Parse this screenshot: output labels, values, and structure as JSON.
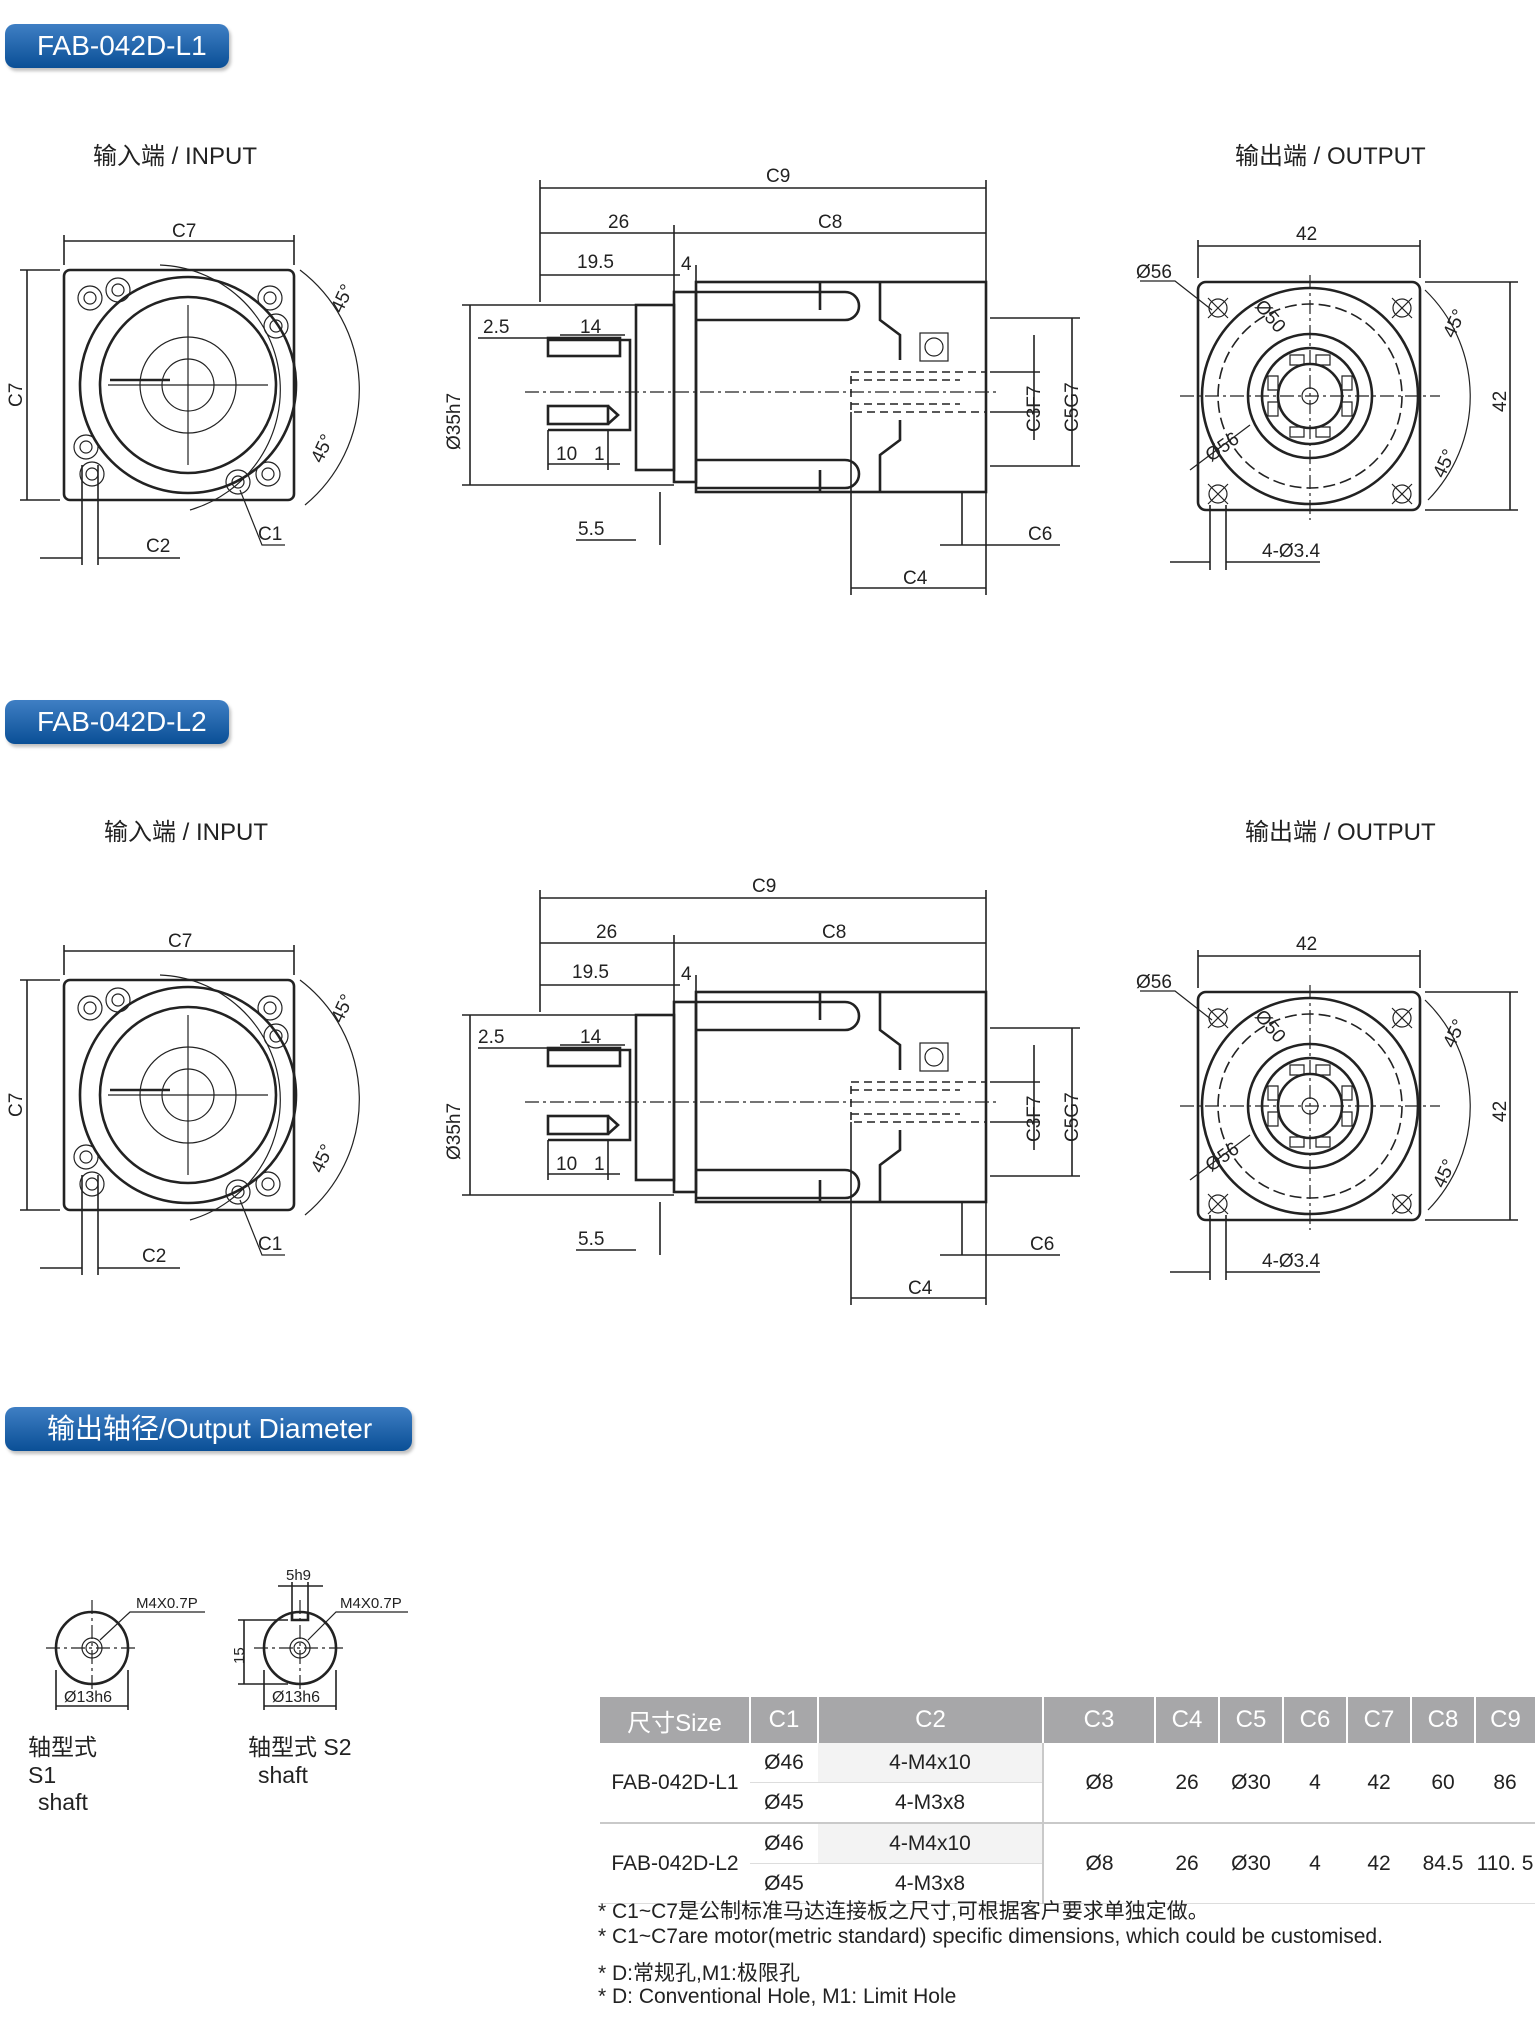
{
  "section1": {
    "title": "FAB-042D-L1",
    "input_label": "输入端 / INPUT",
    "output_label": "输出端 / OUTPUT"
  },
  "section2": {
    "title": "FAB-042D-L2",
    "input_label": "输入端 / INPUT",
    "output_label": "输出端 / OUTPUT"
  },
  "section3": {
    "title": "输出轴径/Output Diameter"
  },
  "dims_input": {
    "c7": "C7",
    "c2": "C2",
    "c1": "C1",
    "a45": "45°"
  },
  "dims_side": {
    "c9": "C9",
    "d26": "26",
    "c8": "C8",
    "d195": "19.5",
    "d4": "4",
    "d25": "2.5",
    "d14": "14",
    "d35h7": "Ø35h7",
    "d10": "10",
    "d1": "1",
    "d55": "5.5",
    "c6": "C6",
    "c4": "C4",
    "c3f7": "C3F7",
    "c5g7": "C5G7"
  },
  "dims_output": {
    "d42": "42",
    "d56": "Ø56",
    "d50": "Ø50",
    "a45": "45°",
    "holes": "4-Ø3.4"
  },
  "shafts": {
    "s1": {
      "thread": "M4X0.7P",
      "dia": "Ø13h6",
      "label_cn": "轴型式 S1",
      "label_en": "shaft"
    },
    "s2": {
      "thread": "M4X0.7P",
      "dia": "Ø13h6",
      "key": "5h9",
      "height": "15",
      "label_cn": "轴型式 S2",
      "label_en": "shaft"
    }
  },
  "table": {
    "headers": [
      "尺寸Size",
      "C1",
      "C2",
      "C3",
      "C4",
      "C5",
      "C6",
      "C7",
      "C8",
      "C9"
    ],
    "rows": [
      {
        "size": "FAB-042D-L1",
        "c1": [
          "Ø46",
          "Ø45"
        ],
        "c2": [
          "4-M4x10",
          "4-M3x8"
        ],
        "c3": "Ø8",
        "c4": "26",
        "c5": "Ø30",
        "c6": "4",
        "c7": "42",
        "c8": "60",
        "c9": "86"
      },
      {
        "size": "FAB-042D-L2",
        "c1": [
          "Ø46",
          "Ø45"
        ],
        "c2": [
          "4-M4x10",
          "4-M3x8"
        ],
        "c3": "Ø8",
        "c4": "26",
        "c5": "Ø30",
        "c6": "4",
        "c7": "42",
        "c8": "84.5",
        "c9": "110. 5"
      }
    ]
  },
  "notes": [
    "* C1~C7是公制标准马达连接板之尺寸,可根据客户要求单独定做。",
    "* C1~C7are motor(metric standard)  specific dimensions, which could be customised.",
    "* D:常规孔,M1:极限孔",
    "* D: Conventional Hole, M1: Limit Hole"
  ]
}
